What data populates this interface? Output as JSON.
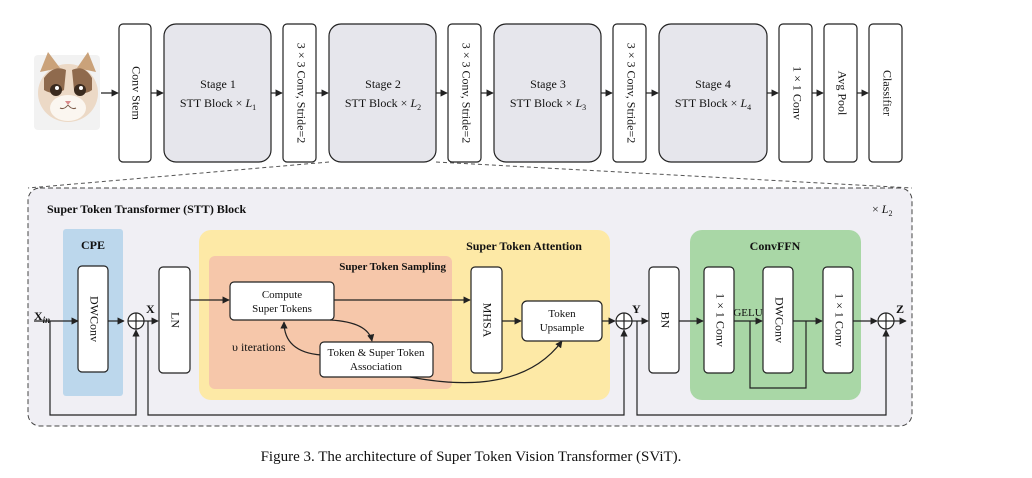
{
  "top_pipeline": {
    "conv_stem": "Conv Stem",
    "stages": [
      {
        "title": "Stage 1",
        "block": "STT Block × ",
        "sym": "L",
        "sub": "1"
      },
      {
        "title": "Stage 2",
        "block": "STT Block × ",
        "sym": "L",
        "sub": "2"
      },
      {
        "title": "Stage 3",
        "block": "STT Block × ",
        "sym": "L",
        "sub": "3"
      },
      {
        "title": "Stage 4",
        "block": "STT Block × ",
        "sym": "L",
        "sub": "4"
      }
    ],
    "downsample": "3 × 3 Conv, Stride=2",
    "conv1x1": "1 × 1 Conv",
    "avg_pool": "Avg Pool",
    "classifier": "Classifier"
  },
  "stt_block": {
    "title": "Super Token Transformer (STT) Block",
    "repeat_prefix": "× ",
    "repeat_sym": "L",
    "repeat_sub": "2",
    "cpe": {
      "title": "CPE",
      "conv": "DWConv"
    },
    "input_sym": "X",
    "input_sub": "in",
    "x_label": "X",
    "y_label": "Y",
    "z_label": "Z",
    "ln": "LN",
    "sta": {
      "title": "Super Token Attention",
      "sampling_title": "Super Token Sampling",
      "compute_line1": "Compute",
      "compute_line2": "Super Tokens",
      "iterations": "υ iterations",
      "assoc_line1": "Token & Super Token",
      "assoc_line2": "Association",
      "mhsa": "MHSA",
      "upsample_line1": "Token",
      "upsample_line2": "Upsample"
    },
    "bn": "BN",
    "ffn": {
      "title": "ConvFFN",
      "conv1": "1 × 1 Conv",
      "gelu": "GELU",
      "dwconv": "DWConv",
      "conv2": "1 × 1 Conv"
    }
  },
  "caption": "Figure 3. The architecture of Super Token Vision Transformer (SViT).",
  "colors": {
    "stage_fill": "#e6e6ec",
    "block_bg": "#f0eff4",
    "cpe_fill": "#bcd7ec",
    "sta_fill": "#fde9a6",
    "sampling_fill": "#f6c7aa",
    "ffn_fill": "#a9d7a6"
  }
}
